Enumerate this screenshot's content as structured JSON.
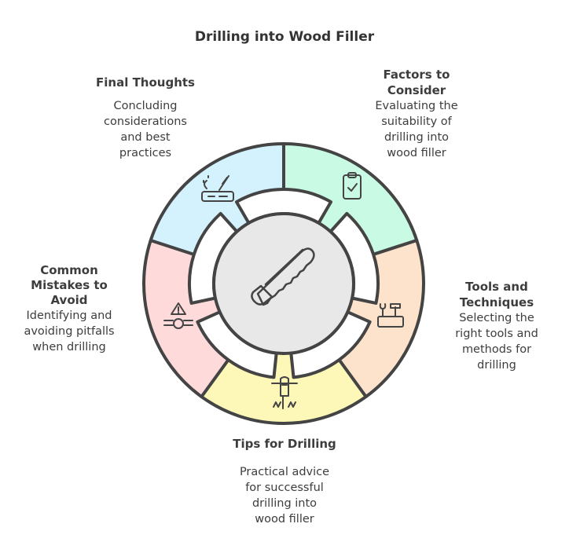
{
  "title": "Drilling into Wood Filler",
  "center_icon": "hacksaw-icon",
  "colors": {
    "stroke": "#444444",
    "center": "#e8e8e8",
    "ring": "#ffffff"
  },
  "segments": [
    {
      "heading": "Factors to Consider",
      "heading_lines": [
        "Factors to",
        "Consider"
      ],
      "text_lines": [
        "Evaluating the",
        "suitability of",
        "drilling into",
        "wood filler"
      ],
      "color": "#c8fae4",
      "icon": "clipboard-check-icon"
    },
    {
      "heading": "Tools and Techniques",
      "heading_lines": [
        "Tools and",
        "Techniques"
      ],
      "text_lines": [
        "Selecting the",
        "right tools and",
        "methods for",
        "drilling"
      ],
      "color": "#fde3cb",
      "icon": "toolbox-icon"
    },
    {
      "heading": "Tips for Drilling",
      "heading_lines": [
        "Tips for Drilling"
      ],
      "text_lines": [
        "Practical advice",
        "for successful",
        "drilling into",
        "wood filler"
      ],
      "color": "#fef8b8",
      "icon": "jackhammer-icon"
    },
    {
      "heading": "Common Mistakes to Avoid",
      "heading_lines": [
        "Common",
        "Mistakes to",
        "Avoid"
      ],
      "text_lines": [
        "Identifying and",
        "avoiding pitfalls",
        "when drilling"
      ],
      "color": "#fedadb",
      "icon": "warning-pipe-icon"
    },
    {
      "heading": "Final Thoughts",
      "heading_lines": [
        "Final Thoughts"
      ],
      "text_lines": [
        "Concluding",
        "considerations",
        "and best",
        "practices"
      ],
      "color": "#d4f2fd",
      "icon": "filling-tool-icon"
    }
  ]
}
